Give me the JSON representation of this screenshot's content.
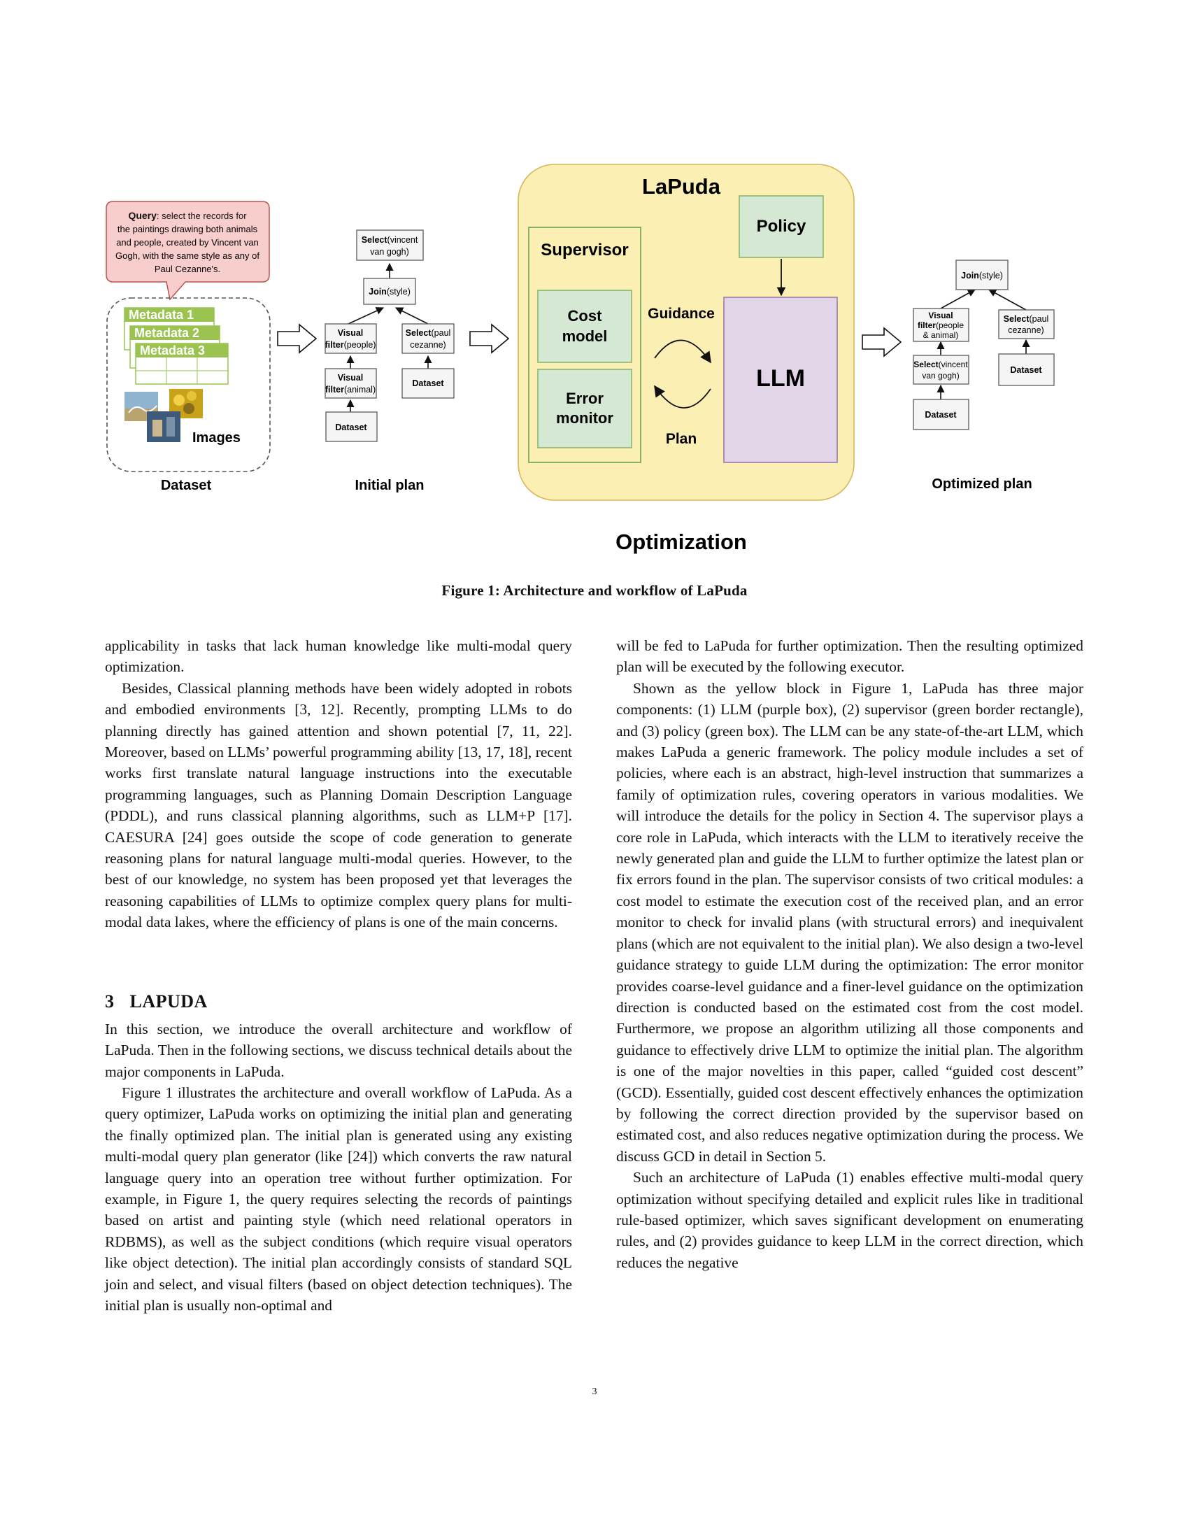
{
  "figure": {
    "query_bold": "Query",
    "query_lines": [
      ": select the records for",
      "the paintings drawing both animals",
      "and people, created by Vincent van",
      "Gogh, with the same style as any of",
      "Paul Cezanne's."
    ],
    "metadata_labels": [
      "Metadata 1",
      "Metadata 2",
      "Metadata 3"
    ],
    "images_label": "Images",
    "dataset_label": "Dataset",
    "initial_plan_label": "Initial plan",
    "optimized_plan_label": "Optimized plan",
    "optimization_label": "Optimization",
    "lapuda_title": "LaPuda",
    "policy_label": "Policy",
    "supervisor_label": "Supervisor",
    "cost_model_lines": [
      "Cost",
      "model"
    ],
    "error_monitor_lines": [
      "Error",
      "monitor"
    ],
    "guidance_label": "Guidance",
    "plan_label": "Plan",
    "llm_label": "LLM",
    "initial_plan": {
      "select_vincent": [
        "Select",
        "(vincent",
        "van gogh)"
      ],
      "join": [
        "Join",
        "(style)"
      ],
      "visual_people": [
        "Visual",
        "filter",
        "(people)"
      ],
      "select_paul": [
        "Select",
        "(paul",
        "cezanne)"
      ],
      "visual_animal": [
        "Visual",
        "filter",
        "(animal)"
      ],
      "dataset_right": "Dataset",
      "dataset_bottom": "Dataset"
    },
    "optimized_plan": {
      "join": [
        "Join",
        "(style)"
      ],
      "visual": [
        "Visual",
        "filter",
        "(people",
        "& animal)"
      ],
      "select_paul": [
        "Select",
        "(paul",
        "cezanne)"
      ],
      "select_vincent": [
        "Select",
        "(vincent",
        "van gogh)"
      ],
      "dataset_left": "Dataset",
      "dataset_right": "Dataset"
    }
  },
  "caption": "Figure 1: Architecture and workflow of LaPuda",
  "left_column": {
    "p1": "applicability in tasks that lack human knowledge like multi-modal query optimization.",
    "p2": "Besides, Classical planning methods have been widely adopted in robots and embodied environments [3, 12]. Recently, prompting LLMs to do planning directly has gained attention and shown potential [7, 11, 22]. Moreover, based on LLMs’ powerful programming ability [13, 17, 18], recent works first translate natural language instructions into the executable programming languages, such as Planning Domain Description Language (PDDL), and runs classical planning algorithms, such as LLM+P [17]. CAESURA [24] goes outside the scope of code generation to generate reasoning plans for natural language multi-modal queries. However, to the best of our knowledge, no system has been proposed yet that leverages the reasoning capabilities of LLMs to optimize complex query plans for multi-modal data lakes, where the efficiency of plans is one of the main concerns.",
    "section_number": "3",
    "section_title": "LAPUDA",
    "p3": "In this section, we introduce the overall architecture and workflow of LaPuda. Then in the following sections, we discuss technical details about the major components in LaPuda.",
    "p4": "Figure 1 illustrates the architecture and overall workflow of LaPuda. As a query optimizer, LaPuda works on optimizing the initial plan and generating the finally optimized plan. The initial plan is generated using any existing multi-modal query plan generator (like [24]) which converts the raw natural language query into an operation tree without further optimization. For example, in Figure 1, the query requires selecting the records of paintings based on artist and painting style (which need relational operators in RDBMS), as well as the subject conditions (which require visual operators like object detection). The initial plan accordingly consists of standard SQL join and select, and visual filters (based on object detection techniques). The initial plan is usually non-optimal and"
  },
  "right_column": {
    "p1": "will be fed to LaPuda for further optimization. Then the resulting optimized plan will be executed by the following executor.",
    "p2": "Shown as the yellow block in Figure 1, LaPuda has three major components: (1) LLM (purple box), (2) supervisor (green border rectangle), and (3) policy (green box). The LLM can be any state-of-the-art LLM, which makes LaPuda a generic framework. The policy module includes a set of policies, where each is an abstract, high-level instruction that summarizes a family of optimization rules, covering operators in various modalities. We will introduce the details for the policy in Section 4. The supervisor plays a core role in LaPuda, which interacts with the LLM to iteratively receive the newly generated plan and guide the LLM to further optimize the latest plan or fix errors found in the plan. The supervisor consists of two critical modules: a cost model to estimate the execution cost of the received plan, and an error monitor to check for invalid plans (with structural errors) and inequivalent plans (which are not equivalent to the initial plan). We also design a two-level guidance strategy to guide LLM during the optimization: The error monitor provides coarse-level guidance and a finer-level guidance on the optimization direction is conducted based on the estimated cost from the cost model. Furthermore, we propose an algorithm utilizing all those components and guidance to effectively drive LLM to optimize the initial plan. The algorithm is one of the major novelties in this paper, called “guided cost descent” (GCD). Essentially, guided cost descent effectively enhances the optimization by following the correct direction provided by the supervisor based on estimated cost, and also reduces negative optimization during the process. We discuss GCD in detail in Section 5.",
    "p3": "Such an architecture of LaPuda (1) enables effective multi-modal query optimization without specifying detailed and explicit rules like in traditional rule-based optimizer, which saves significant development on enumerating rules, and (2) provides guidance to keep LLM in the correct direction, which reduces the negative"
  },
  "page_number": "3",
  "colors": {
    "lapuda_fill": "#fcefb4",
    "lapuda_stroke": "#d6b656",
    "green_fill": "#d5e8d4",
    "green_stroke": "#82b366",
    "llm_fill": "#e1d5e7",
    "llm_stroke": "#9673a6",
    "query_fill": "#f8cecc",
    "query_stroke": "#b85450",
    "metadata_green": "#9ac350"
  }
}
